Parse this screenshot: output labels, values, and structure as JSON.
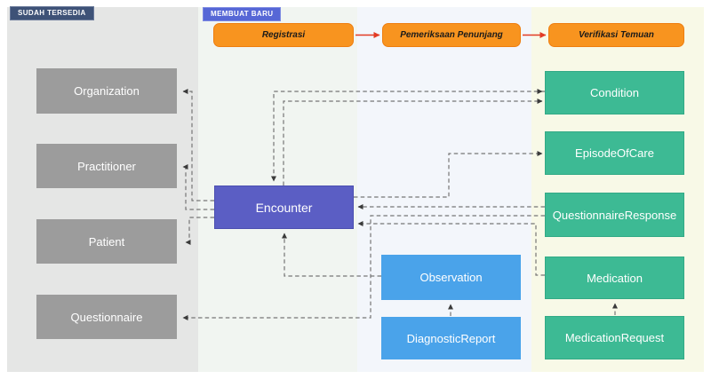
{
  "lanes": {
    "existing_badge": "SUDAH TERSEDIA",
    "new_badge": "MEMBUAT BARU"
  },
  "stages": [
    {
      "label": "Registrasi"
    },
    {
      "label": "Pemeriksaan Penunjang"
    },
    {
      "label": "Verifikasi Temuan"
    }
  ],
  "nodes": {
    "organization": {
      "label": "Organization"
    },
    "practitioner": {
      "label": "Practitioner"
    },
    "patient": {
      "label": "Patient"
    },
    "questionnaire": {
      "label": "Questionnaire"
    },
    "encounter": {
      "label": "Encounter"
    },
    "observation": {
      "label": "Observation"
    },
    "diagnosticreport": {
      "label": "DiagnosticReport"
    },
    "condition": {
      "label": "Condition"
    },
    "episodeofcare": {
      "label": "EpisodeOfCare"
    },
    "questionnaireresponse": {
      "label": "QuestionnaireResponse"
    },
    "medication": {
      "label": "Medication"
    },
    "medicationrequest": {
      "label": "MedicationRequest"
    }
  },
  "connections": [
    {
      "from": "Registrasi",
      "to": "Pemeriksaan Penunjang",
      "style": "solid-red"
    },
    {
      "from": "Pemeriksaan Penunjang",
      "to": "Verifikasi Temuan",
      "style": "solid-red"
    },
    {
      "from": "Encounter",
      "to": "Organization",
      "style": "dashed"
    },
    {
      "from": "Encounter",
      "to": "Practitioner",
      "style": "dashed"
    },
    {
      "from": "Encounter",
      "to": "Patient",
      "style": "dashed"
    },
    {
      "from": "Condition",
      "to": "Encounter",
      "style": "dashed"
    },
    {
      "from": "Encounter",
      "to": "Condition",
      "style": "dashed"
    },
    {
      "from": "Encounter",
      "to": "EpisodeOfCare",
      "style": "dashed"
    },
    {
      "from": "QuestionnaireResponse",
      "to": "Encounter",
      "style": "dashed"
    },
    {
      "from": "QuestionnaireResponse",
      "to": "Questionnaire",
      "style": "dashed"
    },
    {
      "from": "Medication",
      "to": "Encounter",
      "style": "dashed"
    },
    {
      "from": "Observation",
      "to": "Encounter",
      "style": "dashed"
    },
    {
      "from": "DiagnosticReport",
      "to": "Observation",
      "style": "dashed"
    },
    {
      "from": "MedicationRequest",
      "to": "Medication",
      "style": "dashed"
    }
  ],
  "colors": {
    "lane_existing_bg": "#e5e6e5",
    "lane_registrasi_bg": "#f1f5f1",
    "lane_penunjang_bg": "#f3f6fb",
    "lane_verifikasi_bg": "#f8f9e7",
    "badge_existing_bg": "#3e5277",
    "badge_new_bg": "#5667d6",
    "stage_bg": "#f8941f",
    "node_gray": "#9c9c9c",
    "node_purple": "#5b5ec4",
    "node_blue": "#4aa3ea",
    "node_teal": "#3dba94",
    "arrow_red": "#e23b24",
    "connector_gray": "#767676"
  }
}
